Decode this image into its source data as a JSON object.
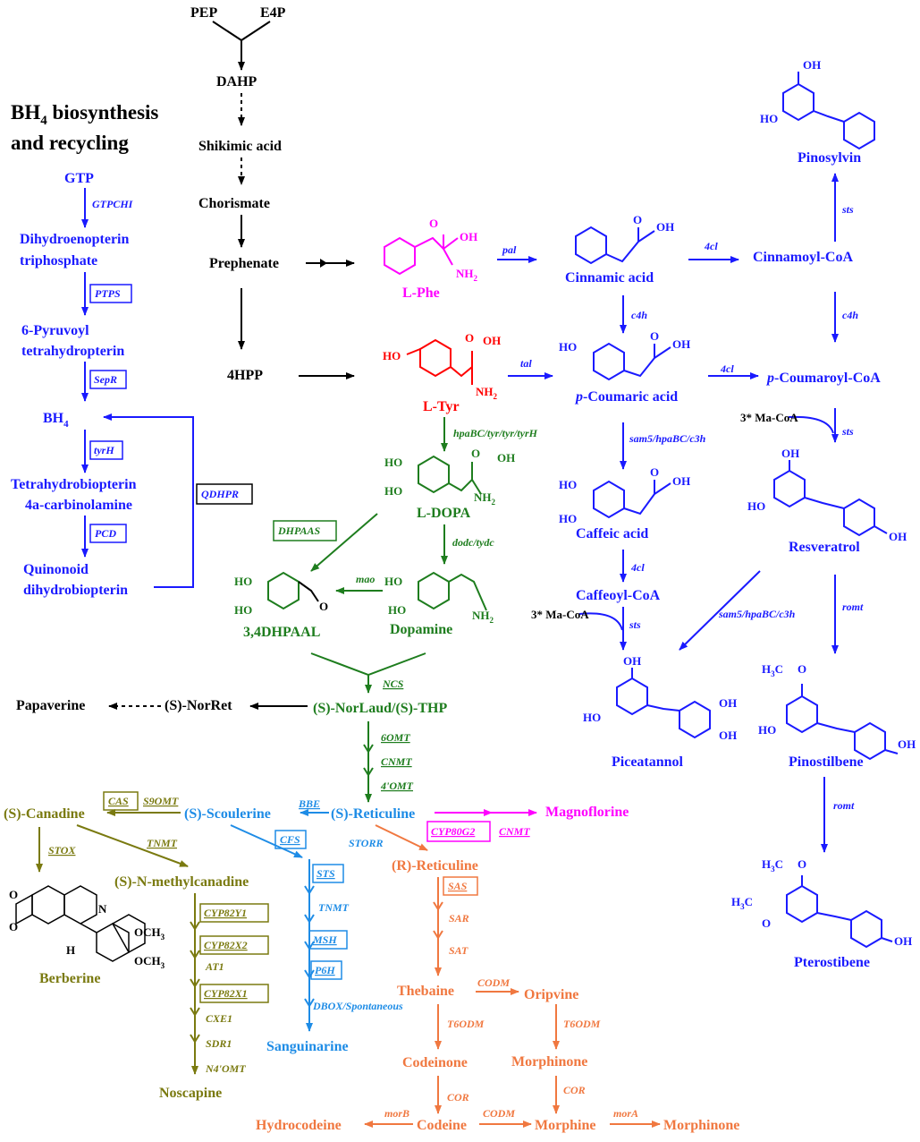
{
  "colors": {
    "black": "#000000",
    "blue": "#1a1aff",
    "magenta": "#ff00ff",
    "red": "#ff0000",
    "green": "#1e7d1e",
    "olive": "#7a7a10",
    "sky": "#1e8ce6",
    "orange": "#f07840"
  },
  "header": {
    "bh4_title_line1": "BH",
    "bh4_title_sub": "4",
    "bh4_title_rest": " biosynthesis",
    "bh4_title_line2": "and recycling"
  },
  "black_path": {
    "pep": "PEP",
    "e4p": "E4P",
    "dahp": "DAHP",
    "shikimic": "Shikimic acid",
    "chorismate": "Chorismate",
    "prephenate": "Prephenate",
    "hpp": "4HPP",
    "papaverine": "Papaverine",
    "norret": "(S)-NorRet"
  },
  "bh4": {
    "gtp": "GTP",
    "gtpchi": "GTPCHI",
    "dhnp1": "Dihydroenopterin",
    "dhnp2": "triphosphate",
    "ptps": "PTPS",
    "pyr1": "6-Pyruvoyl",
    "pyr2": "tetrahydropterin",
    "sepr": "SepR",
    "bh4": "BH",
    "bh4_sub": "4",
    "tyrh": "tyrH",
    "thb1": "Tetrahydrobiopterin",
    "thb2": "4a-carbinolamine",
    "pcd": "PCD",
    "qdhpr": "QDHPR",
    "qdhb1": "Quinonoid",
    "qdhb2": "dihydrobiopterin"
  },
  "aromatic": {
    "lphe": "L-Phe",
    "ltyr": "L-Tyr",
    "ldopa": "L-DOPA",
    "dhpaal": "3,4DHPAAL",
    "dopamine": "Dopamine",
    "pal": "pal",
    "tal": "tal",
    "hpab": "hpaBC/tyr/tyr/tyrH",
    "dhpaas": "DHPAAS",
    "mao": "mao",
    "dodc": "dodc/tydc"
  },
  "stilbene": {
    "cinnamic": "Cinnamic acid",
    "pcoumaric_p": "p",
    "pcoumaric": "-Coumaric acid",
    "caffeic": "Caffeic acid",
    "caffeoylcoa": "Caffeoyl-CoA",
    "cinnamoylcoa": "Cinnamoyl-CoA",
    "pcoumaroylcoa_p": "p",
    "pcoumaroylcoa": "-Coumaroyl-CoA",
    "pinosylvin": "Pinosylvin",
    "resveratrol": "Resveratrol",
    "piceatannol": "Piceatannol",
    "pinostilbene": "Pinostilbene",
    "pterostibene": "Pterostibene",
    "c4h": "c4h",
    "fourcl": "4cl",
    "sts": "sts",
    "romt": "romt",
    "sam5": "sam5/hpaBC/c3h",
    "macoa": "3* Ma-CoA"
  },
  "bia": {
    "norlaud": "(S)-NorLaud/(S)-THP",
    "ncs": "NCS",
    "omt6": "6OMT",
    "cnmt": "CNMT",
    "omt4": "4'OMT",
    "reticuline": "(S)-Reticuline",
    "magnoflorine": "Magnoflorine",
    "cyp80g2": "CYP80G2",
    "cnmt2": "CNMT",
    "scoulerine": "(S)-Scoulerine",
    "bbe": "BBE",
    "cfs": "CFS",
    "sts": "STS",
    "tnmt": "TNMT",
    "msh": "MSH",
    "p6h": "P6H",
    "dbox": "DBOX/Spontaneous",
    "sanguinarine": "Sanguinarine",
    "canadine": "(S)-Canadine",
    "cas": "CAS",
    "s9omt": "S9OMT",
    "stox": "STOX",
    "tnmt2": "TNMT",
    "methylcanadine": "(S)-N-methylcanadine",
    "berberine": "Berberine",
    "cyp82y1": "CYP82Y1",
    "cyp82x2": "CYP82X2",
    "at1": "AT1",
    "cyp82x1": "CYP82X1",
    "cxe1": "CXE1",
    "sdr1": "SDR1",
    "n4omt": "N4'OMT",
    "noscapine": "Noscapine",
    "storr": "STORR",
    "rret": "(R)-Reticuline",
    "sas": "SAS",
    "sar": "SAR",
    "sat": "SAT",
    "thebaine": "Thebaine",
    "codm": "CODM",
    "oripvine": "Oripvine",
    "t6odm": "T6ODM",
    "codeinone": "Codeinone",
    "morphinone": "Morphinone",
    "cor": "COR",
    "hydrocodeine": "Hydrocodeine",
    "morb": "morB",
    "codeine": "Codeine",
    "morphine": "Morphine",
    "mora": "morA",
    "morphinone2": "Morphinone"
  },
  "atoms": {
    "oh": "OH",
    "nh2": "NH",
    "sub2": "2",
    "o": "O",
    "h3c": "H",
    "h3c_rest": "C",
    "sub3": "3",
    "n": "N",
    "h": "H",
    "och3": "OCH"
  }
}
